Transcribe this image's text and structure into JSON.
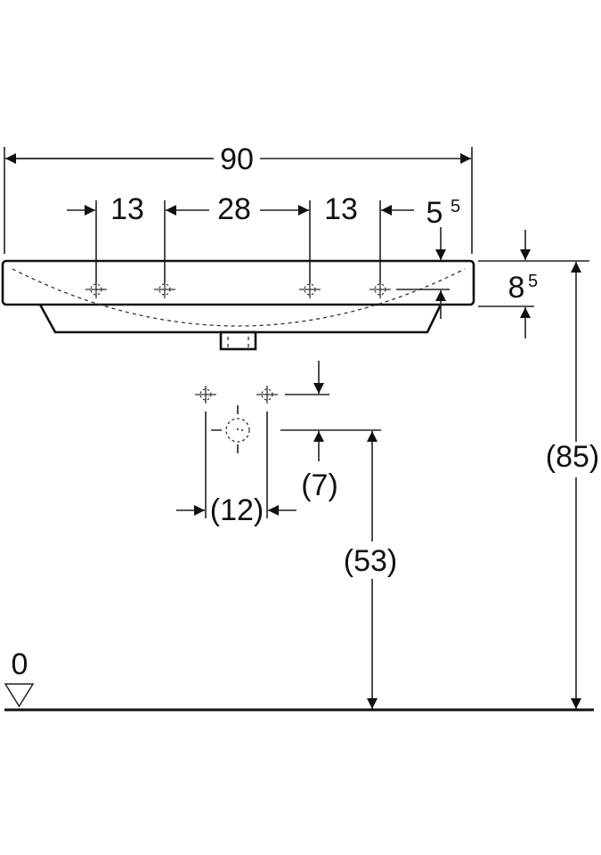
{
  "drawing": {
    "overall_width": "90",
    "dim_left_tap": "13",
    "dim_tap_spacing": "28",
    "dim_right_tap": "13",
    "dim_edge_base": "5",
    "dim_edge_sup": "5",
    "dim_rim_height_base": "8",
    "dim_rim_height_sup": "5",
    "dim_total_height": "(85)",
    "dim_supply_spacing": "(12)",
    "dim_supply_offset": "(7)",
    "dim_drain_height": "(53)",
    "floor_label": "0"
  }
}
